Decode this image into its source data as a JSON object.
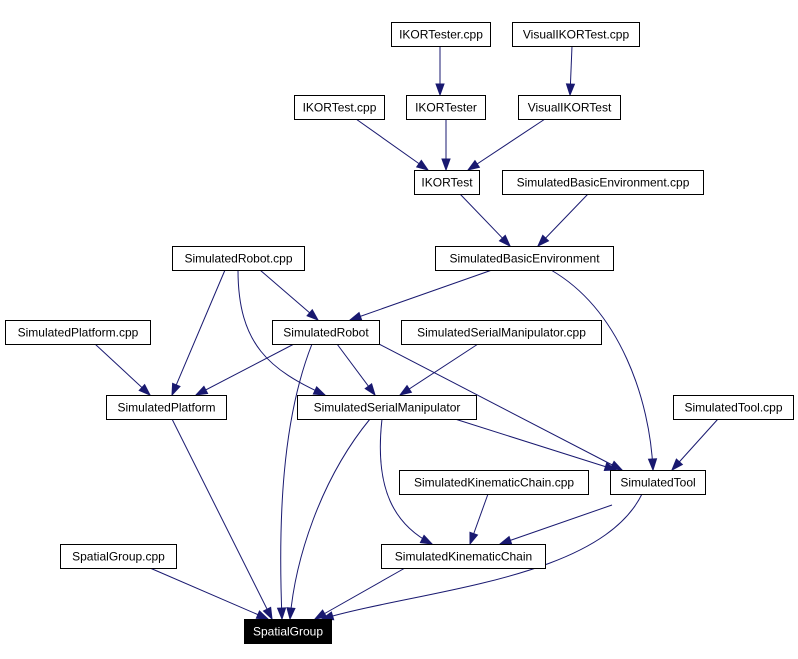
{
  "colors": {
    "edge": "#191970",
    "node_border": "#000000",
    "root_fill": "#000000",
    "root_text": "#ffffff"
  },
  "nodes": [
    {
      "id": "ikortester_cpp",
      "label": "IKORTester.cpp"
    },
    {
      "id": "visualikortest_cpp",
      "label": "VisualIKORTest.cpp"
    },
    {
      "id": "ikortest_cpp",
      "label": "IKORTest.cpp"
    },
    {
      "id": "ikortester",
      "label": "IKORTester"
    },
    {
      "id": "visualikortest",
      "label": "VisualIKORTest"
    },
    {
      "id": "ikortest",
      "label": "IKORTest"
    },
    {
      "id": "simbasicenv_cpp",
      "label": "SimulatedBasicEnvironment.cpp"
    },
    {
      "id": "simrobot_cpp",
      "label": "SimulatedRobot.cpp"
    },
    {
      "id": "simbasicenv",
      "label": "SimulatedBasicEnvironment"
    },
    {
      "id": "simplatform_cpp",
      "label": "SimulatedPlatform.cpp"
    },
    {
      "id": "simrobot",
      "label": "SimulatedRobot"
    },
    {
      "id": "simserial_cpp",
      "label": "SimulatedSerialManipulator.cpp"
    },
    {
      "id": "simplatform",
      "label": "SimulatedPlatform"
    },
    {
      "id": "simserial",
      "label": "SimulatedSerialManipulator"
    },
    {
      "id": "simtool_cpp",
      "label": "SimulatedTool.cpp"
    },
    {
      "id": "simchain_cpp",
      "label": "SimulatedKinematicChain.cpp"
    },
    {
      "id": "simtool",
      "label": "SimulatedTool"
    },
    {
      "id": "spatial_cpp",
      "label": "SpatialGroup.cpp"
    },
    {
      "id": "simchain",
      "label": "SimulatedKinematicChain"
    },
    {
      "id": "spatialgroup",
      "label": "SpatialGroup",
      "root": true
    }
  ],
  "edges": [
    {
      "from": "ikortester_cpp",
      "to": "ikortester"
    },
    {
      "from": "visualikortest_cpp",
      "to": "visualikortest"
    },
    {
      "from": "ikortest_cpp",
      "to": "ikortest"
    },
    {
      "from": "ikortester",
      "to": "ikortest"
    },
    {
      "from": "visualikortest",
      "to": "ikortest"
    },
    {
      "from": "ikortest",
      "to": "simbasicenv"
    },
    {
      "from": "simbasicenv_cpp",
      "to": "simbasicenv"
    },
    {
      "from": "simbasicenv",
      "to": "simrobot"
    },
    {
      "from": "simbasicenv",
      "to": "simtool"
    },
    {
      "from": "simrobot_cpp",
      "to": "simrobot"
    },
    {
      "from": "simrobot_cpp",
      "to": "simplatform"
    },
    {
      "from": "simrobot_cpp",
      "to": "simserial"
    },
    {
      "from": "simplatform_cpp",
      "to": "simplatform"
    },
    {
      "from": "simrobot",
      "to": "simplatform"
    },
    {
      "from": "simrobot",
      "to": "simserial"
    },
    {
      "from": "simrobot",
      "to": "simtool"
    },
    {
      "from": "simrobot",
      "to": "spatialgroup"
    },
    {
      "from": "simserial_cpp",
      "to": "simserial"
    },
    {
      "from": "simplatform",
      "to": "spatialgroup"
    },
    {
      "from": "simserial",
      "to": "simtool"
    },
    {
      "from": "simserial",
      "to": "simchain"
    },
    {
      "from": "simserial",
      "to": "spatialgroup"
    },
    {
      "from": "simtool_cpp",
      "to": "simtool"
    },
    {
      "from": "simchain_cpp",
      "to": "simchain"
    },
    {
      "from": "simtool",
      "to": "simchain"
    },
    {
      "from": "simtool",
      "to": "spatialgroup"
    },
    {
      "from": "spatial_cpp",
      "to": "spatialgroup"
    },
    {
      "from": "simchain",
      "to": "spatialgroup"
    }
  ]
}
